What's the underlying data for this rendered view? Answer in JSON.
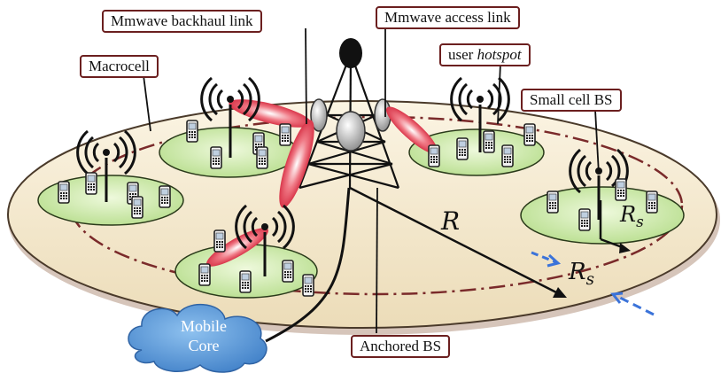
{
  "labels": {
    "macrocell": "Macrocell",
    "mmwave_backhaul": "Mmwave backhaul  link",
    "mmwave_access": "Mmwave access link",
    "user_hotspot_prefix": "user ",
    "user_hotspot_italic": "hotspot",
    "small_cell_bs": "Small cell  BS",
    "anchored_bs": "Anchored BS",
    "mobile_core_line1": "Mobile",
    "mobile_core_line2": "Core",
    "radius_R": "R",
    "radius_Rs_base": "R",
    "radius_Rs_sub": "s"
  },
  "colors": {
    "macro_disc": "#f4ead2",
    "hotspot_disc": "#d4eeb4",
    "label_border": "#6b1f1f",
    "beam": "#e45a6a",
    "cloud": "#5b9bd5",
    "dash_boundary": "#7a2a2a",
    "blue_arrow": "#3b73d9"
  }
}
